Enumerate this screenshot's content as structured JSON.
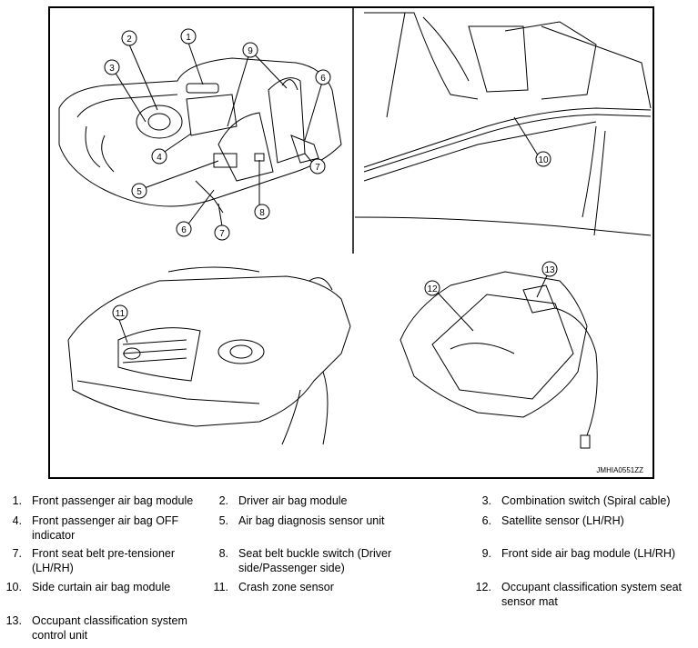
{
  "figure": {
    "code": "JMHIA0551ZZ",
    "callouts": [
      "1",
      "2",
      "3",
      "4",
      "5",
      "6",
      "7",
      "8",
      "9",
      "10",
      "11",
      "12",
      "13"
    ]
  },
  "legend": [
    {
      "num": "1.",
      "text": "Front passenger air bag module"
    },
    {
      "num": "2.",
      "text": "Driver air bag module"
    },
    {
      "num": "3.",
      "text": "Combination switch (Spiral cable)"
    },
    {
      "num": "4.",
      "text": "Front passenger air bag OFF indicator"
    },
    {
      "num": "5.",
      "text": "Air bag diagnosis sensor unit"
    },
    {
      "num": "6.",
      "text": "Satellite sensor (LH/RH)"
    },
    {
      "num": "7.",
      "text": "Front seat belt pre-tensioner (LH/RH)"
    },
    {
      "num": "8.",
      "text": "Seat belt buckle switch (Driver side/Passenger side)"
    },
    {
      "num": "9.",
      "text": "Front side air bag module (LH/RH)"
    },
    {
      "num": "10.",
      "text": "Side curtain air bag module"
    },
    {
      "num": "11.",
      "text": "Crash zone sensor"
    },
    {
      "num": "12.",
      "text": "Occupant classification system seat sensor mat"
    },
    {
      "num": "13.",
      "text": "Occupant classification system control unit"
    }
  ]
}
